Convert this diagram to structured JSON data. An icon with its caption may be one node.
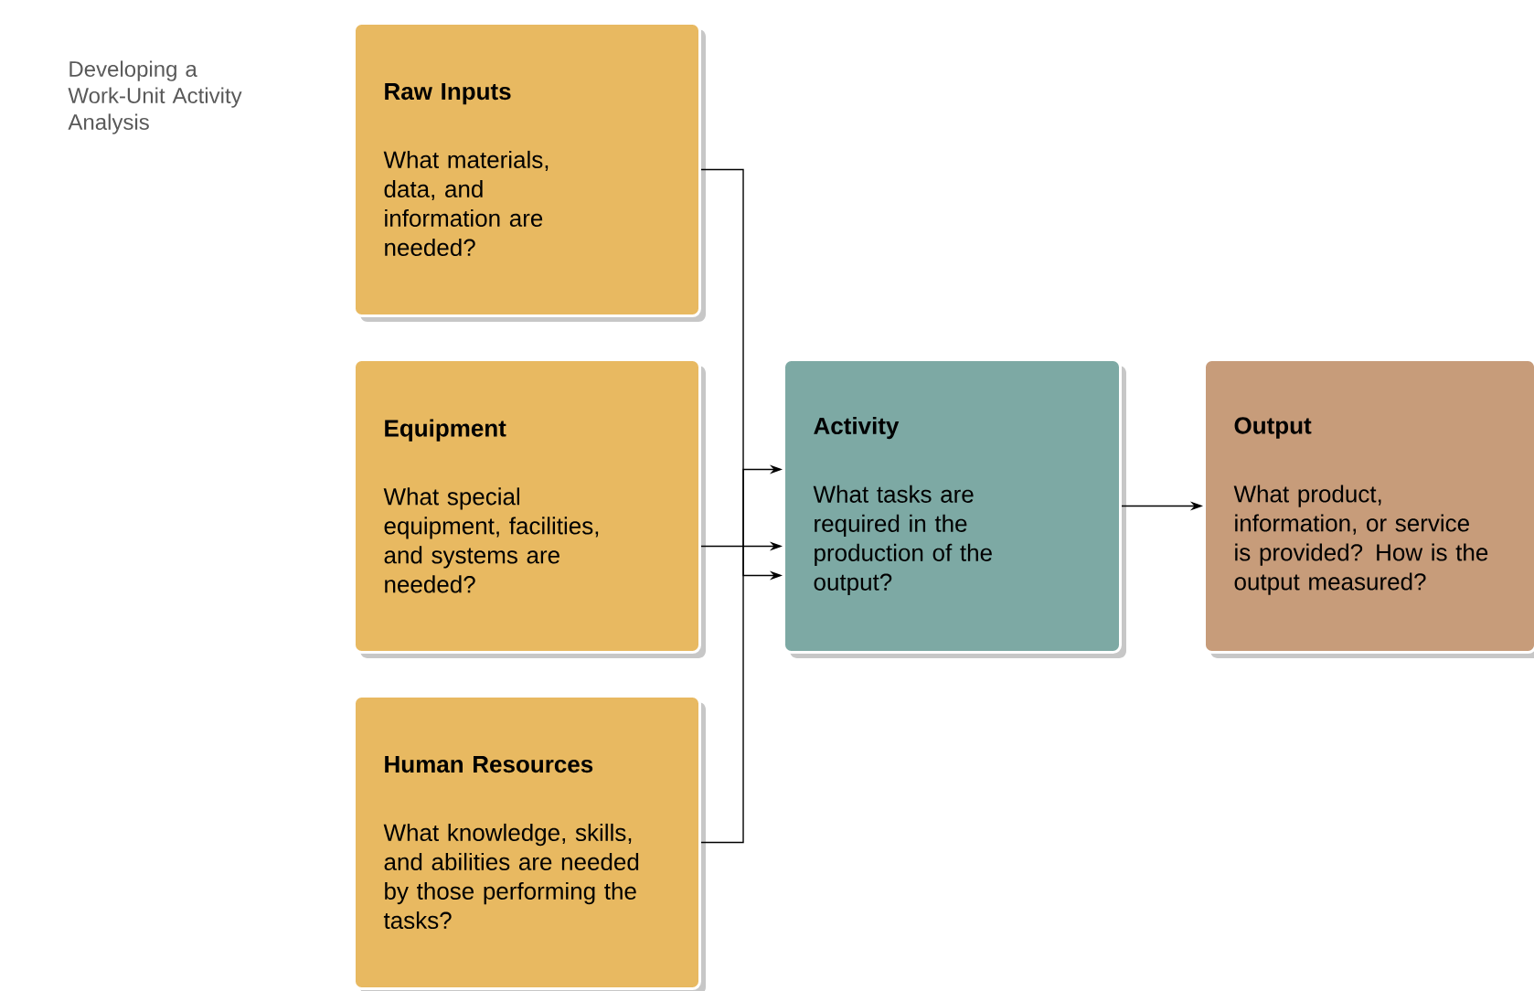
{
  "diagram": {
    "title": "Developing a Work-Unit Activity Analysis",
    "nodes": [
      {
        "text": [
          "Raw Inputs",
          "What materials, data, and information are needed?"
        ]
      },
      {
        "text": [
          "Equipment",
          "What special equipment, facilities, and systems are needed?"
        ]
      },
      {
        "text": [
          "Human Resources",
          "What knowledge, skills, and abilities are needed by those performing the tasks?"
        ]
      },
      {
        "text": [
          "Activity",
          "What tasks are required in the production of the output?"
        ]
      },
      {
        "text": [
          "Output",
          "What product, information, or service is provided? How is the output measured?"
        ]
      }
    ],
    "edges": [
      {
        "from": 0,
        "to": 3,
        "arrow": "to"
      },
      {
        "from": 1,
        "to": 3,
        "arrow": "to"
      },
      {
        "from": 2,
        "to": 3,
        "arrow": "to"
      },
      {
        "from": 3,
        "to": 4,
        "arrow": "to"
      }
    ]
  }
}
